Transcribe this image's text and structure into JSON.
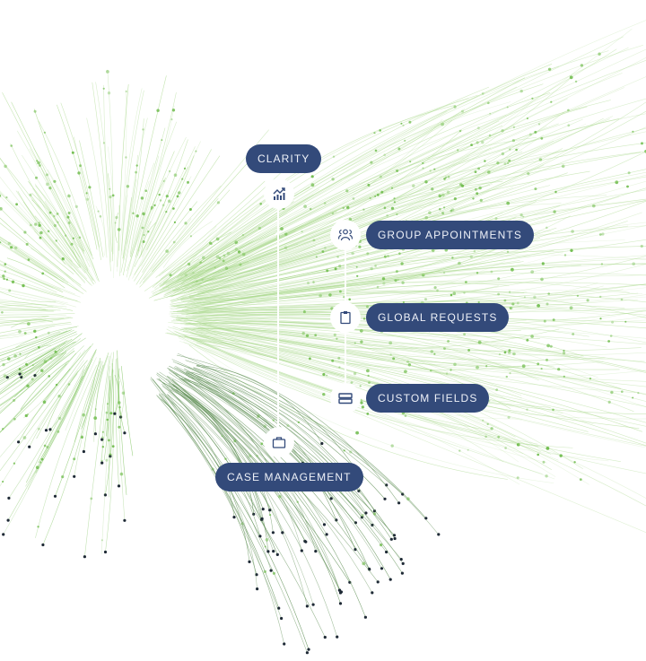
{
  "colors": {
    "pill_bg": "#334a7a",
    "pill_text": "#eef1f8",
    "icon_stroke": "#334a7a",
    "line_light": "#a8d88a",
    "line_mid": "#7cc25a",
    "dot_green": "#6dbb4a",
    "dot_dark": "#1f2a36",
    "connector": "#ffffff"
  },
  "features": [
    {
      "label": "CLARITY",
      "icon": "chart-growth-icon"
    },
    {
      "label": "GROUP APPOINTMENTS",
      "icon": "people-group-icon"
    },
    {
      "label": "GLOBAL REQUESTS",
      "icon": "clipboard-icon"
    },
    {
      "label": "CUSTOM FIELDS",
      "icon": "stacked-fields-icon"
    },
    {
      "label": "CASE MANAGEMENT",
      "icon": "briefcase-icon"
    }
  ]
}
